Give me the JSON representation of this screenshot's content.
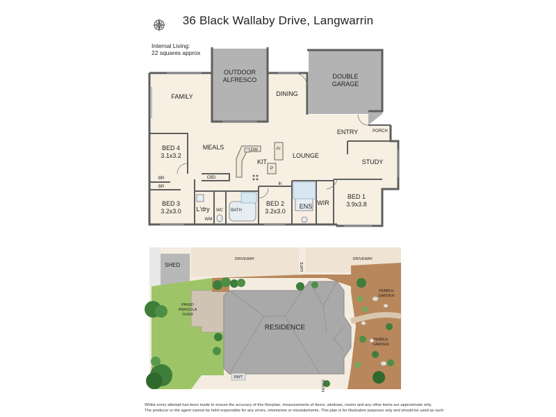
{
  "title": "36 Black Wallaby Drive, Langwarrin",
  "internal_living": [
    "Internal Living:",
    "22 squares approx"
  ],
  "rooms": {
    "outdoor_alfresco": [
      "OUTDOOR",
      "ALFRESCO"
    ],
    "double_garage": [
      "DOUBLE",
      "GARAGE"
    ],
    "family": "FAMILY",
    "dining": "DINING",
    "entry": "ENTRY",
    "porch": "PORCH",
    "bed4": [
      "BED 4",
      "3.1x3.2"
    ],
    "meals": "MEALS",
    "kit": "KIT",
    "lounge": "LOUNGE",
    "study": "STUDY",
    "bed3": [
      "BED 3",
      "3.2x3.0"
    ],
    "laundry": "L'dry",
    "wc": "WC",
    "bath": "BATH",
    "bed2": [
      "BED 2",
      "3.2x3.0"
    ],
    "ens": "ENS",
    "wir": "WIR",
    "bed1": [
      "BED 1",
      "3.9x3.8"
    ],
    "br": "BR",
    "cbd": "CBD",
    "dw": "DW",
    "fr": "Fr",
    "p": "P",
    "lh": "lh",
    "wm": "WM"
  },
  "site": {
    "shed": "SHED",
    "driveway_left": "DRIVEWAY",
    "driveway_right": "DRIVEWAY",
    "gate": "GATE",
    "pebble_garden_top": [
      "PEBBLE",
      "GARDEN"
    ],
    "pebble_garden_bottom": [
      "PEBBLE",
      "GARDEN"
    ],
    "paved_pergola": [
      "PAVED",
      "PERGOLA",
      "OVER"
    ],
    "residence": "RESIDENCE",
    "rwt": "RWT",
    "fence": "FENCE"
  },
  "disclaimer": [
    "Whilst every attempt has been made to ensure the accuracy of this floorplan, measurements of doors, windows, rooms and any other items are approximate only.",
    "The producer or the agent cannot be held responsible for any errors, ommisions or misstatements. This plan is for illustrative purposes only and should be used as such"
  ],
  "colors": {
    "floor": "#f6efe2",
    "garage": "#b3b3b3",
    "wall": "#5e5e5e",
    "lawn": "#9dc567",
    "soil": "#b8875c",
    "roof": "#a9a9a9"
  }
}
